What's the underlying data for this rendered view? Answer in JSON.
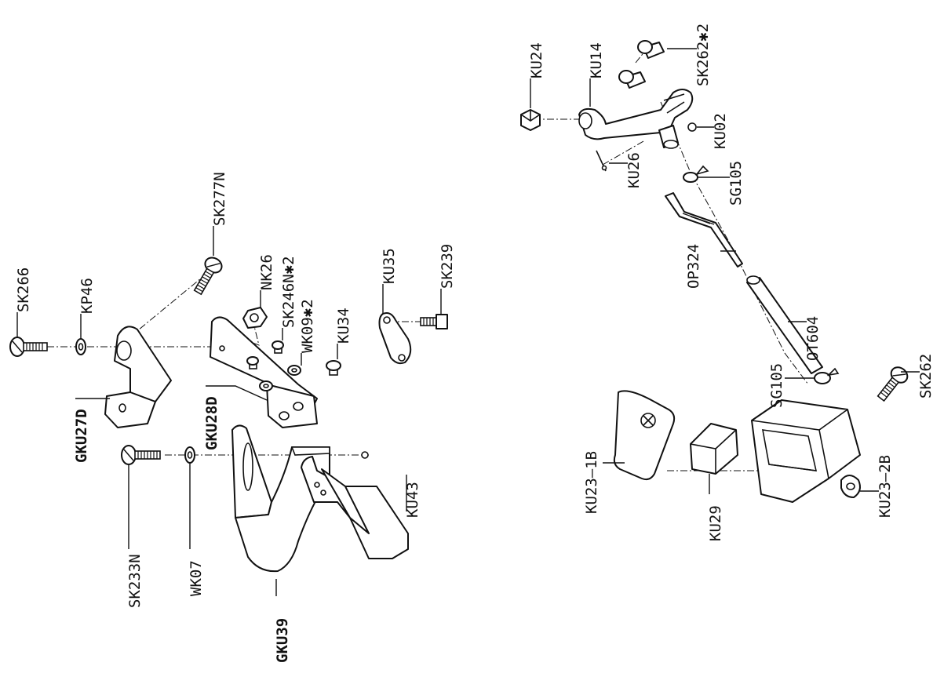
{
  "labels": {
    "sk266": "SK266",
    "kp46": "KP46",
    "sk277n": "SK277N",
    "nk26": "NK26",
    "sk246n2": "SK246N✱2",
    "wk09_2": "WK09✱2",
    "ku34": "KU34",
    "ku35": "KU35",
    "sk239": "SK239",
    "gku27d": "GKU27D",
    "gku28d": "GKU28D",
    "sk233n": "SK233N",
    "wk07": "WK07",
    "gku39": "GKU39",
    "ku43": "KU43",
    "ku24": "KU24",
    "ku14": "KU14",
    "sk262_2": "SK262✱2",
    "ku02": "KU02",
    "ku26": "KU26",
    "sg105_top": "SG105",
    "op324": "OP324",
    "ot604": "OT604",
    "sg105_bottom": "SG105",
    "sk262": "SK262",
    "ku23_1b": "KU23–1B",
    "ku29": "KU29",
    "ku23_2b": "KU23–2B"
  }
}
